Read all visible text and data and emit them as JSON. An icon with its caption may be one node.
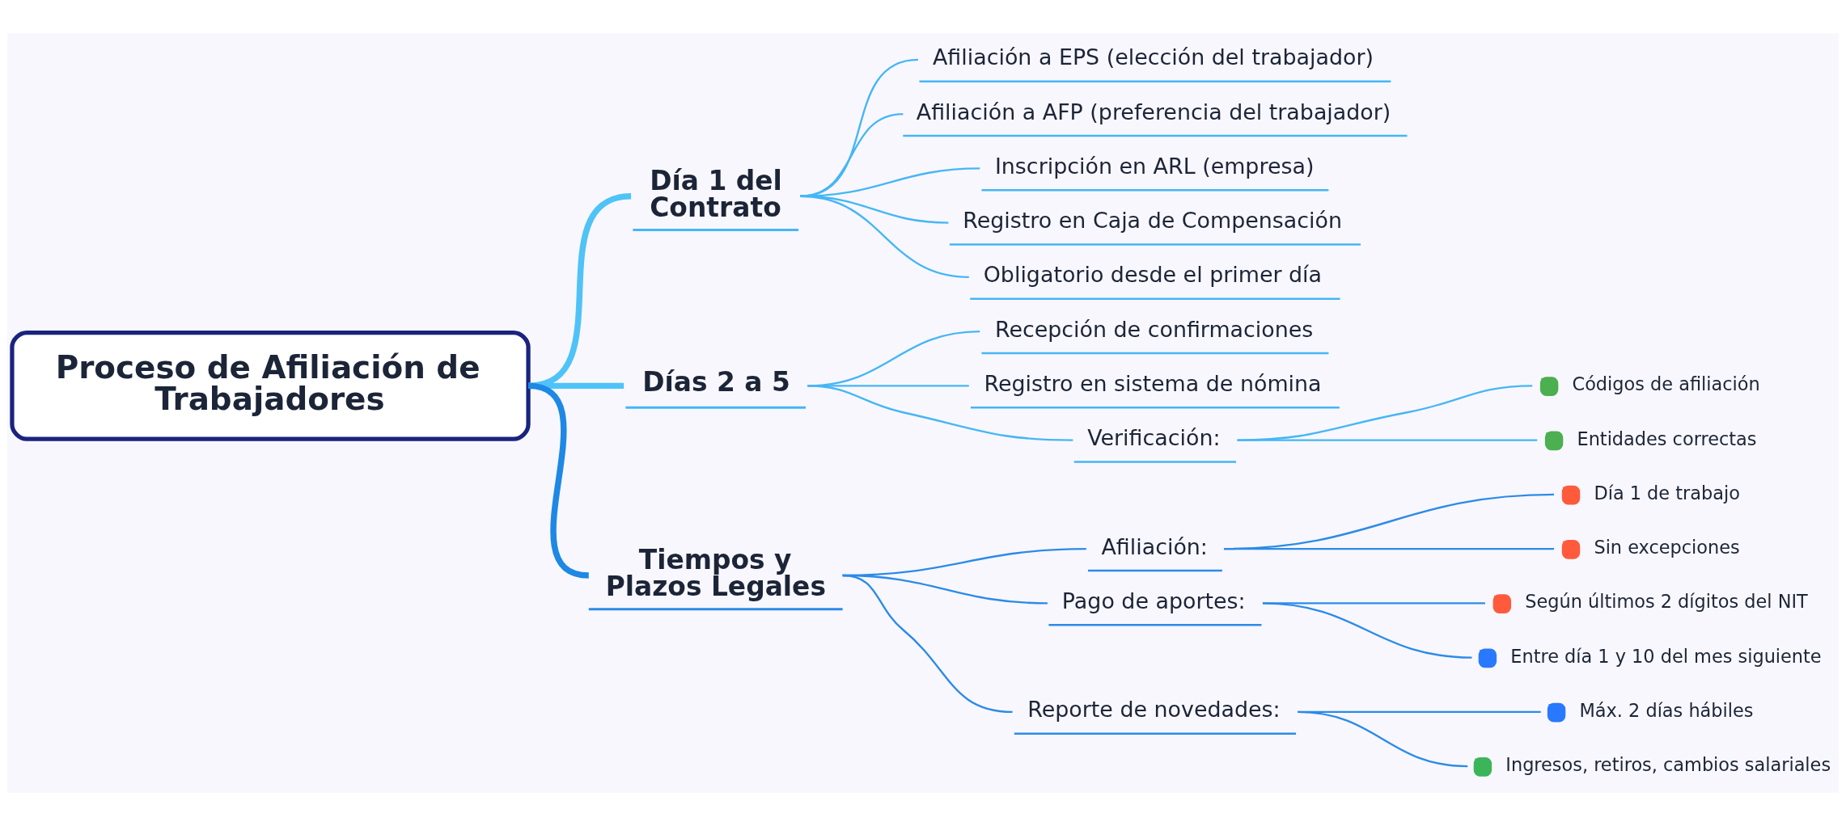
{
  "diagram": {
    "nodes": [
      {
        "text": [
          "Proceso de Afiliación de Trabajadores"
        ]
      },
      {
        "text": [
          "Día 1 del Contrato"
        ]
      },
      {
        "text": [
          "Afiliación a EPS (elección del trabajador)"
        ]
      },
      {
        "text": [
          "Afiliación a AFP (preferencia del trabajador)"
        ]
      },
      {
        "text": [
          "Inscripción en ARL (empresa)"
        ]
      },
      {
        "text": [
          "Registro en Caja de Compensación"
        ]
      },
      {
        "text": [
          "Obligatorio desde el primer día"
        ]
      },
      {
        "text": [
          "Días 2 a 5"
        ]
      },
      {
        "text": [
          "Recepción de confirmaciones"
        ]
      },
      {
        "text": [
          "Registro en sistema de nómina"
        ]
      },
      {
        "text": [
          "Verificación:"
        ]
      },
      {
        "text": [
          "Códigos de afiliación"
        ]
      },
      {
        "text": [
          "Entidades correctas"
        ]
      },
      {
        "text": [
          "Tiempos y Plazos Legales"
        ]
      },
      {
        "text": [
          "Afiliación:"
        ]
      },
      {
        "text": [
          "Día 1 de trabajo"
        ]
      },
      {
        "text": [
          "Sin excepciones"
        ]
      },
      {
        "text": [
          "Pago de aportes:"
        ]
      },
      {
        "text": [
          "Según últimos 2 dígitos del NIT"
        ]
      },
      {
        "text": [
          "Entre día 1 y 10 del mes siguiente"
        ]
      },
      {
        "text": [
          "Reporte de novedades:"
        ]
      },
      {
        "text": [
          "Máx. 2 días hábiles"
        ]
      },
      {
        "text": [
          "Ingresos, retiros, cambios salariales"
        ]
      }
    ],
    "edges": [
      {
        "from": 0,
        "to": 1,
        "arrow": "none",
        "style": "thick",
        "color": "#4fc3f7"
      },
      {
        "from": 1,
        "to": 2,
        "arrow": "none"
      },
      {
        "from": 1,
        "to": 3,
        "arrow": "none"
      },
      {
        "from": 1,
        "to": 4,
        "arrow": "none"
      },
      {
        "from": 1,
        "to": 5,
        "arrow": "none"
      },
      {
        "from": 1,
        "to": 6,
        "arrow": "none"
      },
      {
        "from": 0,
        "to": 7,
        "arrow": "none",
        "style": "thick",
        "color": "#4fc3f7"
      },
      {
        "from": 7,
        "to": 8,
        "arrow": "none"
      },
      {
        "from": 7,
        "to": 9,
        "arrow": "none"
      },
      {
        "from": 7,
        "to": 10,
        "arrow": "none"
      },
      {
        "from": 10,
        "to": 11,
        "arrow": "none"
      },
      {
        "from": 10,
        "to": 12,
        "arrow": "none"
      },
      {
        "from": 0,
        "to": 13,
        "arrow": "none",
        "style": "thick",
        "color": "#1e88e5"
      },
      {
        "from": 13,
        "to": 14,
        "arrow": "none",
        "color": "#2b8be8"
      },
      {
        "from": 14,
        "to": 15,
        "arrow": "none",
        "color": "#2b8be8"
      },
      {
        "from": 14,
        "to": 16,
        "arrow": "none",
        "color": "#2b8be8"
      },
      {
        "from": 13,
        "to": 17,
        "arrow": "none",
        "color": "#2b8be8"
      },
      {
        "from": 17,
        "to": 18,
        "arrow": "none",
        "color": "#2b8be8"
      },
      {
        "from": 17,
        "to": 19,
        "arrow": "none",
        "color": "#2b8be8"
      },
      {
        "from": 13,
        "to": 20,
        "arrow": "none",
        "color": "#2b8be8"
      },
      {
        "from": 20,
        "to": 21,
        "arrow": "none",
        "color": "#2b8be8"
      },
      {
        "from": 20,
        "to": 22,
        "arrow": "none",
        "color": "#2b8be8"
      }
    ]
  }
}
